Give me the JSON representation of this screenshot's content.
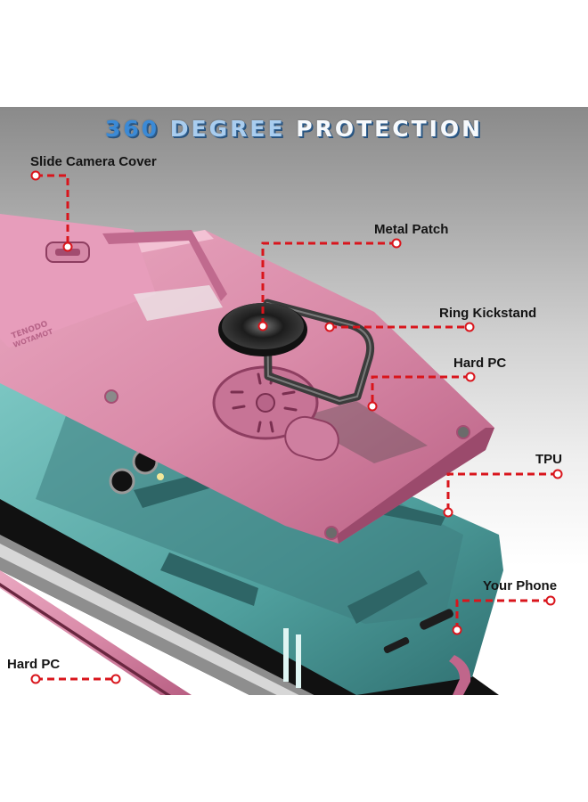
{
  "title": {
    "part1": "360",
    "part2": "DEGREE",
    "part3": "PROTECTION"
  },
  "callouts": [
    {
      "id": "slide-camera-cover",
      "label": "Slide Camera Cover"
    },
    {
      "id": "metal-patch",
      "label": "Metal Patch"
    },
    {
      "id": "ring-kickstand",
      "label": "Ring Kickstand"
    },
    {
      "id": "hard-pc-right",
      "label": "Hard PC"
    },
    {
      "id": "tpu",
      "label": "TPU"
    },
    {
      "id": "your-phone",
      "label": "Your Phone"
    },
    {
      "id": "hard-pc-left",
      "label": "Hard PC"
    }
  ],
  "embossed_text": [
    "TENODO",
    "WOTAMOT"
  ],
  "colors": {
    "callout_line": "#d9151c",
    "case_pink": "#d98aa8",
    "case_teal": "#5fb3b0",
    "title_blue": "#3b8ad6",
    "background_top": "#8a8a8a"
  }
}
